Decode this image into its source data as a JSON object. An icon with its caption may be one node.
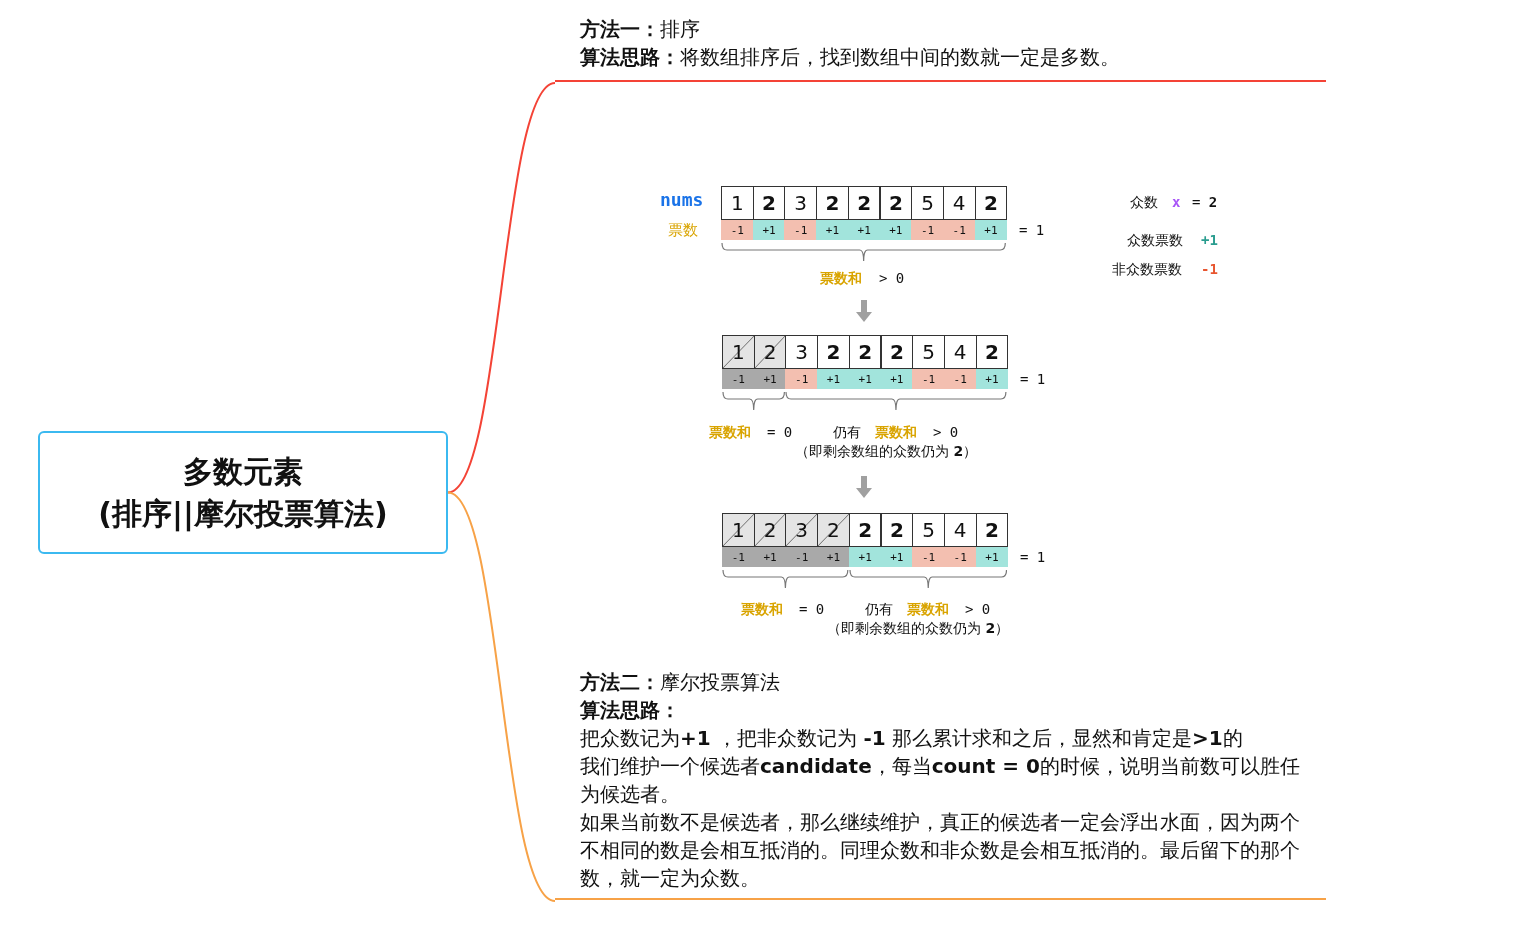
{
  "diagram": {
    "nodes": [
      {
        "text": [
          "多数元素",
          "(排序||摩尔投票算法)"
        ]
      },
      {
        "text": [
          "**方法一：**排序",
          "**算法思路：**将数组排序后，找到数组中间的数就一定是多数。"
        ]
      },
      {
        "text": [
          "**方法二：**摩尔投票算法",
          "**算法思路：**",
          "把众数记为**+1** ，把非众数记为 **-1** 那么累计求和之后，显然和肯定是**>1**的",
          "我们维护一个候选者**candidate**，每当**count = 0**的时候，说明当前数可以胜任为候选者。",
          "如果当前数不是候选者，那么继续维护，真正的候选者一定会浮出水面，因为两个不相同的数是会相互抵消的。同理众数和非众数是会相互抵消的。最后留下的那个数，就一定为众数。"
        ]
      }
    ],
    "edges": [
      {
        "from": 0,
        "to": 1,
        "arrow": "none",
        "color": "#f44336"
      },
      {
        "from": 0,
        "to": 2,
        "arrow": "none",
        "color": "#f7a247"
      }
    ],
    "labels": [
      "nums",
      "1",
      "2",
      "3",
      "2",
      "2",
      "2",
      "5",
      "4",
      "2",
      "票数",
      "-1",
      "+1",
      "-1",
      "+1",
      "+1",
      "+1",
      "-1",
      "-1",
      "+1",
      "= 1",
      "票数和",
      "> 0",
      "众数",
      "x",
      "= **2**",
      "众数票数",
      "+1",
      "非众数票数",
      "-1",
      "1",
      "2",
      "3",
      "2",
      "2",
      "2",
      "5",
      "4",
      "2",
      "-1",
      "+1",
      "-1",
      "+1",
      "+1",
      "+1",
      "-1",
      "-1",
      "+1",
      "= 1",
      "票数和",
      "= 0",
      "仍有",
      "票数和",
      "> 0",
      "（即剩余数组的众数仍为 **2**）",
      "1",
      "2",
      "3",
      "2",
      "2",
      "2",
      "5",
      "4",
      "2",
      "-1",
      "+1",
      "-1",
      "+1",
      "+1",
      "+1",
      "-1",
      "-1",
      "+1",
      "= 1",
      "票数和",
      "= 0",
      "仍有",
      "票数和",
      "> 0",
      "（即剩余数组的众数仍为 **2**）"
    ]
  }
}
